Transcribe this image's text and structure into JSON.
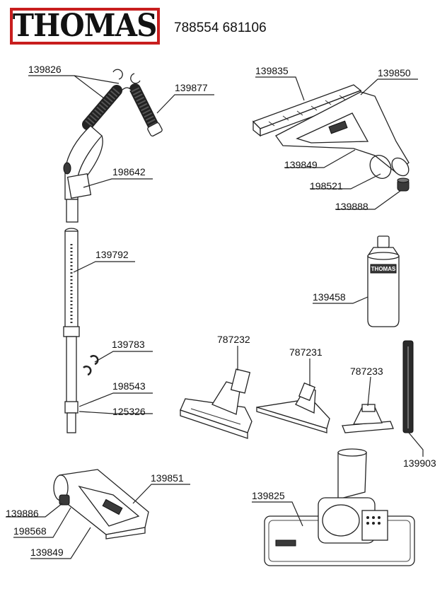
{
  "header": {
    "brand": "THOMAS",
    "code": "788554 681106"
  },
  "parts": [
    {
      "id": "p139826",
      "number": "139826"
    },
    {
      "id": "p139877",
      "number": "139877"
    },
    {
      "id": "p198642",
      "number": "198642"
    },
    {
      "id": "p139792",
      "number": "139792"
    },
    {
      "id": "p139783",
      "number": "139783"
    },
    {
      "id": "p198543",
      "number": "198543"
    },
    {
      "id": "p125326",
      "number": "125326"
    },
    {
      "id": "p139835",
      "number": "139835"
    },
    {
      "id": "p139850",
      "number": "139850"
    },
    {
      "id": "p139849a",
      "number": "139849"
    },
    {
      "id": "p198521",
      "number": "198521"
    },
    {
      "id": "p139888",
      "number": "139888"
    },
    {
      "id": "p139458",
      "number": "139458"
    },
    {
      "id": "p787232",
      "number": "787232"
    },
    {
      "id": "p787231",
      "number": "787231"
    },
    {
      "id": "p787233",
      "number": "787233"
    },
    {
      "id": "p139903",
      "number": "139903"
    },
    {
      "id": "p139851",
      "number": "139851"
    },
    {
      "id": "p139886",
      "number": "139886"
    },
    {
      "id": "p198568",
      "number": "198568"
    },
    {
      "id": "p139849b",
      "number": "139849"
    },
    {
      "id": "p139825",
      "number": "139825"
    }
  ],
  "colors": {
    "brand_red": "#c81e1e",
    "line": "#222222",
    "background": "#ffffff"
  }
}
